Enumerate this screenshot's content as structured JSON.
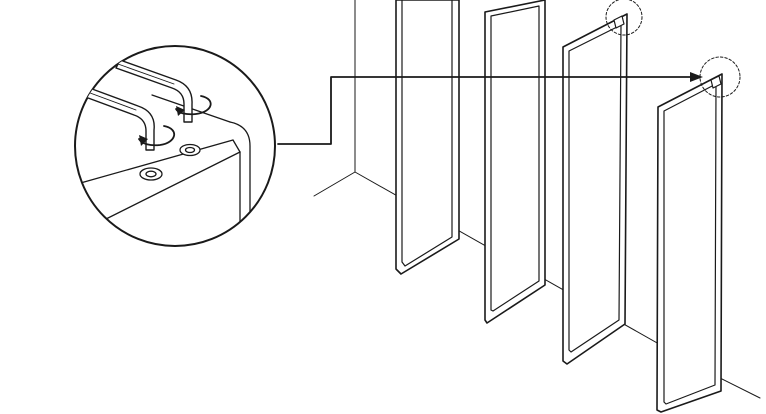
{
  "diagram": {
    "kind": "assembly-instruction",
    "style": "black line drawing on white",
    "colors": {
      "background": "#ffffff",
      "line": "#1a1a1a",
      "fill": "#ffffff"
    },
    "components": {
      "panel_frames": 4,
      "highlight_circles": 2,
      "hex_keys": 2,
      "screw_heads": 2,
      "rotation_arrows": 2
    },
    "labels": []
  }
}
